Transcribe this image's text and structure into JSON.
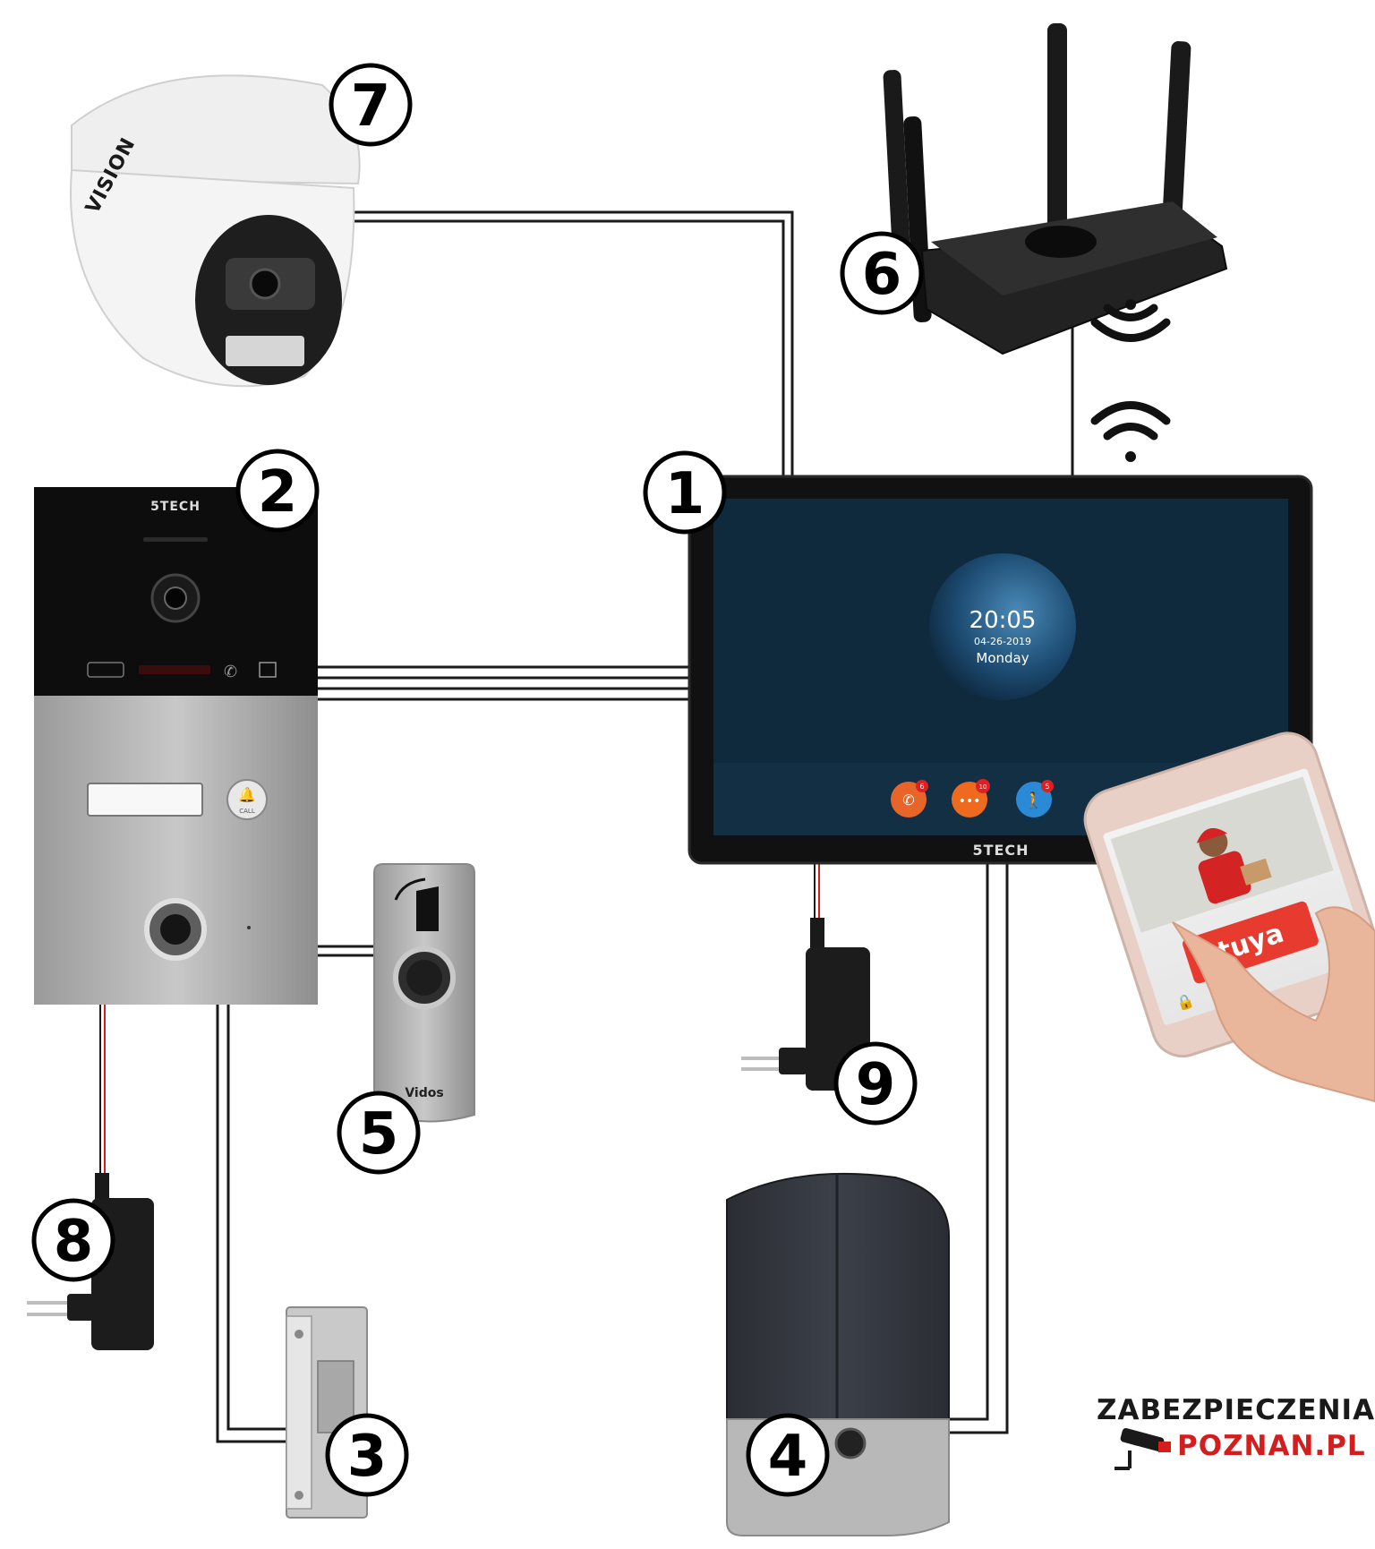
{
  "labels": {
    "monitor": "1",
    "door_station": "2",
    "electric_strike": "3",
    "gate_motor": "4",
    "exit_button": "5",
    "router": "6",
    "camera": "7",
    "psu_door_station": "8",
    "psu_monitor": "9"
  },
  "monitor_screen": {
    "time": "20:05",
    "date": "04-26-2019",
    "day": "Monday",
    "badges": [
      "6",
      "10",
      "5"
    ]
  },
  "brands": {
    "door_station": "5TECH",
    "monitor": "5TECH",
    "camera": "VISION",
    "exit_button": "Vidos",
    "phone_app": "tuya",
    "doorbell_button": "CALL"
  },
  "logo": {
    "line1": "ZABEZPIECZENIA",
    "line2": "POZNAN.PL"
  },
  "colors": {
    "wire": "#1a1a1a",
    "power_wire": "#d41e1e",
    "accent": "#e63b2e",
    "screen": "#0f2a3d"
  }
}
